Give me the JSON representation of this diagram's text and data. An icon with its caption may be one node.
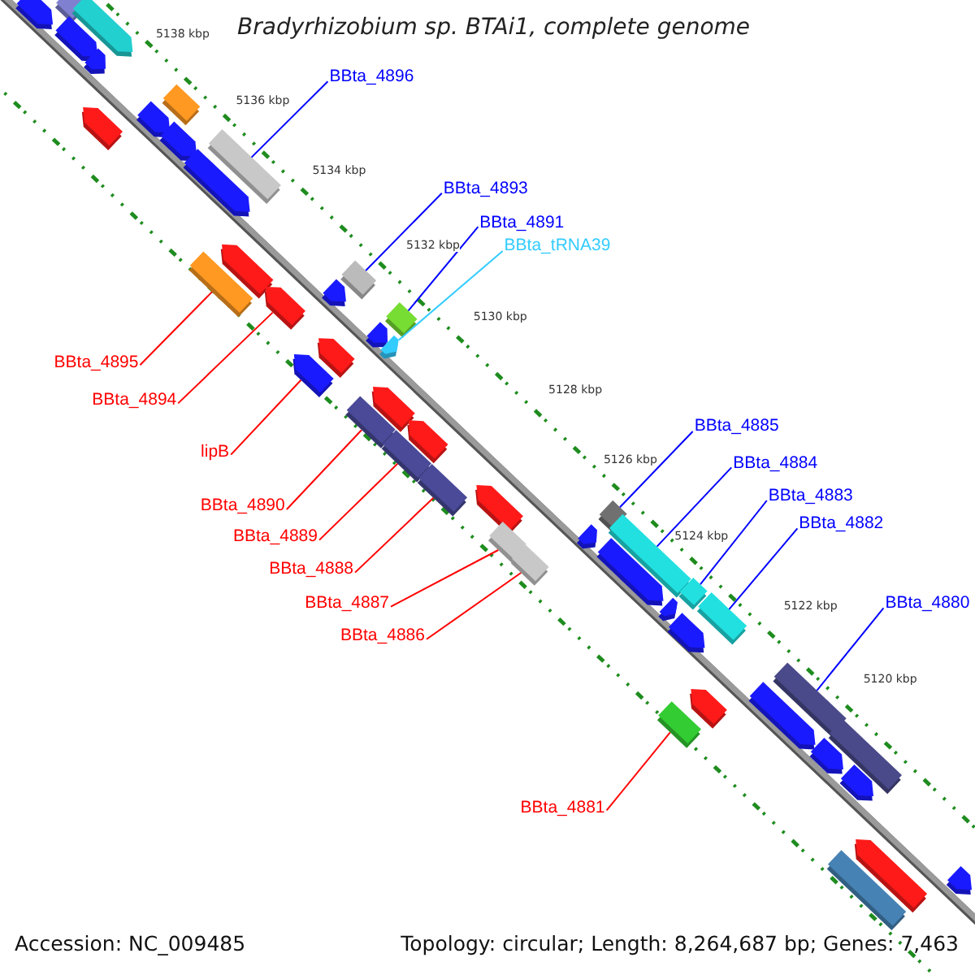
{
  "diagram": {
    "title": "Bradyrhizobium sp. BTAi1, complete genome",
    "nodes": [
      {
        "text": [
          "BBta_4896"
        ]
      },
      {
        "text": [],
        "shape": "box"
      },
      {
        "text": [
          "BBta_4893"
        ]
      },
      {
        "text": [],
        "shape": "box"
      },
      {
        "text": [
          "BBta_4891"
        ]
      },
      {
        "text": [],
        "shape": "box"
      },
      {
        "text": [
          "BBta_tRNA39"
        ]
      },
      {
        "text": [],
        "shape": "box"
      },
      {
        "text": [
          "BBta_4895"
        ]
      },
      {
        "text": [],
        "shape": "box"
      },
      {
        "text": [
          "BBta_4894"
        ]
      },
      {
        "text": [],
        "shape": "box"
      },
      {
        "text": [
          "lipB"
        ]
      },
      {
        "text": [],
        "shape": "box"
      },
      {
        "text": [
          "BBta_4890"
        ]
      },
      {
        "text": [],
        "shape": "box"
      },
      {
        "text": [
          "BBta_4889"
        ]
      },
      {
        "text": [],
        "shape": "box"
      },
      {
        "text": [
          "BBta_4888"
        ]
      },
      {
        "text": [],
        "shape": "box"
      },
      {
        "text": [
          "BBta_4887"
        ]
      },
      {
        "text": [],
        "shape": "box"
      },
      {
        "text": [
          "BBta_4886"
        ]
      },
      {
        "text": [],
        "shape": "box"
      },
      {
        "text": [
          "BBta_4885"
        ]
      },
      {
        "text": [],
        "shape": "box"
      },
      {
        "text": [
          "BBta_4884"
        ]
      },
      {
        "text": [],
        "shape": "box"
      },
      {
        "text": [
          "BBta_4883"
        ]
      },
      {
        "text": [],
        "shape": "box"
      },
      {
        "text": [
          "BBta_4882"
        ]
      },
      {
        "text": [],
        "shape": "box"
      },
      {
        "text": [
          "BBta_4880"
        ]
      },
      {
        "text": [],
        "shape": "box"
      },
      {
        "text": [
          "BBta_4881"
        ]
      },
      {
        "text": [],
        "shape": "box"
      },
      {
        "text": [],
        "shape": "box"
      },
      {
        "text": [],
        "shape": "box"
      },
      {
        "text": [],
        "shape": "box"
      },
      {
        "text": [],
        "shape": "box"
      },
      {
        "text": [],
        "shape": "box"
      },
      {
        "text": [],
        "shape": "box"
      },
      {
        "text": [],
        "shape": "box"
      },
      {
        "text": [],
        "shape": "box"
      },
      {
        "text": [],
        "shape": "box"
      },
      {
        "text": [],
        "shape": "box"
      },
      {
        "text": [],
        "shape": "box"
      },
      {
        "text": [],
        "shape": "box"
      },
      {
        "text": [],
        "shape": "box"
      },
      {
        "text": [],
        "shape": "box"
      },
      {
        "text": [],
        "shape": "box"
      },
      {
        "text": [],
        "shape": "box"
      },
      {
        "text": [],
        "shape": "box"
      },
      {
        "text": [],
        "shape": "box"
      },
      {
        "text": [],
        "shape": "box"
      },
      {
        "text": [],
        "shape": "box"
      },
      {
        "text": [],
        "shape": "box"
      },
      {
        "text": [],
        "shape": "box"
      },
      {
        "text": [],
        "shape": "box"
      },
      {
        "text": [],
        "shape": "box"
      },
      {
        "text": [],
        "shape": "box"
      },
      {
        "text": [],
        "shape": "box"
      },
      {
        "text": [],
        "shape": "box"
      },
      {
        "text": [],
        "shape": "box"
      },
      {
        "text": [],
        "shape": "box"
      }
    ],
    "edges": [
      {
        "from": 0,
        "to": 1,
        "arrow": "none",
        "color": "#0000ff"
      },
      {
        "from": 2,
        "to": 3,
        "arrow": "none",
        "color": "#0000ff"
      },
      {
        "from": 4,
        "to": 5,
        "arrow": "none",
        "color": "#0000ff"
      },
      {
        "from": 6,
        "to": 7,
        "arrow": "none",
        "color": "#33ccff"
      },
      {
        "from": 8,
        "to": 9,
        "arrow": "none"
      },
      {
        "from": 10,
        "to": 11,
        "arrow": "none"
      },
      {
        "from": 12,
        "to": 13,
        "arrow": "none"
      },
      {
        "from": 14,
        "to": 15,
        "arrow": "none"
      },
      {
        "from": 16,
        "to": 17,
        "arrow": "none"
      },
      {
        "from": 18,
        "to": 19,
        "arrow": "none"
      },
      {
        "from": 20,
        "to": 21,
        "arrow": "none"
      },
      {
        "from": 22,
        "to": 23,
        "arrow": "none"
      },
      {
        "from": 24,
        "to": 25,
        "arrow": "none",
        "color": "#0000ff"
      },
      {
        "from": 26,
        "to": 27,
        "arrow": "none",
        "color": "#0000ff"
      },
      {
        "from": 28,
        "to": 29,
        "arrow": "none",
        "color": "#0000ff"
      },
      {
        "from": 30,
        "to": 31,
        "arrow": "none",
        "color": "#0000ff"
      },
      {
        "from": 32,
        "to": 33,
        "arrow": "none",
        "color": "#0000ff"
      },
      {
        "from": 34,
        "to": 35,
        "arrow": "none"
      }
    ],
    "labels": [
      "5138 kbp",
      "5136 kbp",
      "5134 kbp",
      "5132 kbp",
      "5130 kbp",
      "5128 kbp",
      "5126 kbp",
      "5124 kbp",
      "5122 kbp",
      "5120 kbp",
      "Accession: NC_009485",
      "Topology: circular; Length: 8,264,687 bp; Genes: 7,463"
    ]
  }
}
